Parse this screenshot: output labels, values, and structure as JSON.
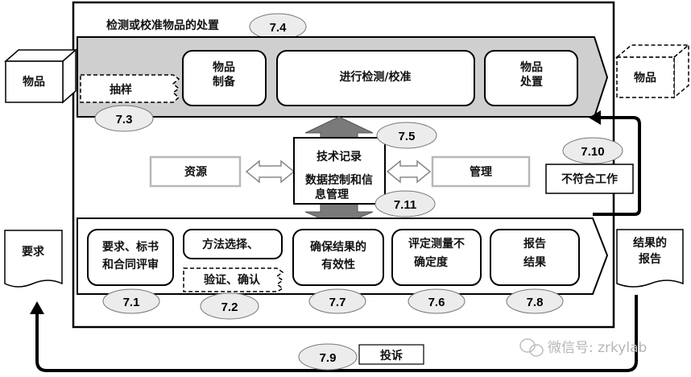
{
  "diagram": {
    "title": "检测或校准物品的处置",
    "items": {
      "left_item": "物品",
      "right_item": "物品"
    },
    "top_row": {
      "sampling": "抽样",
      "prep_line1": "物品",
      "prep_line2": "制备",
      "testing": "进行检测/校准",
      "disposal_line1": "物品",
      "disposal_line2": "处置"
    },
    "middle": {
      "resources": "资源",
      "tech_record": "技术记录",
      "data_control_line1": "数据控制和信",
      "data_control_line2": "息管理",
      "management": "管理",
      "nonconforming": "不符合工作"
    },
    "bottom_row": {
      "requirements_doc": "要求",
      "review_line1": "要求、标书",
      "review_line2": "和合同评审",
      "method_select": "方法选择、",
      "verify_validate": "验证、确认",
      "validity_line1": "确保结果的",
      "validity_line2": "有效性",
      "uncertainty_line1": "评定测量不",
      "uncertainty_line2": "确定度",
      "report_line1": "报告",
      "report_line2": "结果",
      "result_report_line1": "结果的",
      "result_report_line2": "报告"
    },
    "complaint": "投诉",
    "clauses": {
      "c74": "7.4",
      "c73": "7.3",
      "c75": "7.5",
      "c711": "7.11",
      "c710": "7.10",
      "c71": "7.1",
      "c72": "7.2",
      "c77": "7.7",
      "c76": "7.6",
      "c78": "7.8",
      "c79": "7.9"
    },
    "watermark": "微信号: zrkylab",
    "colors": {
      "arrow_band": "#cfcfcf",
      "arrow_dark": "#7a7a7a",
      "oval_fill": "#ececec",
      "line": "#000000",
      "resource_border": "#b8b8b8"
    }
  }
}
